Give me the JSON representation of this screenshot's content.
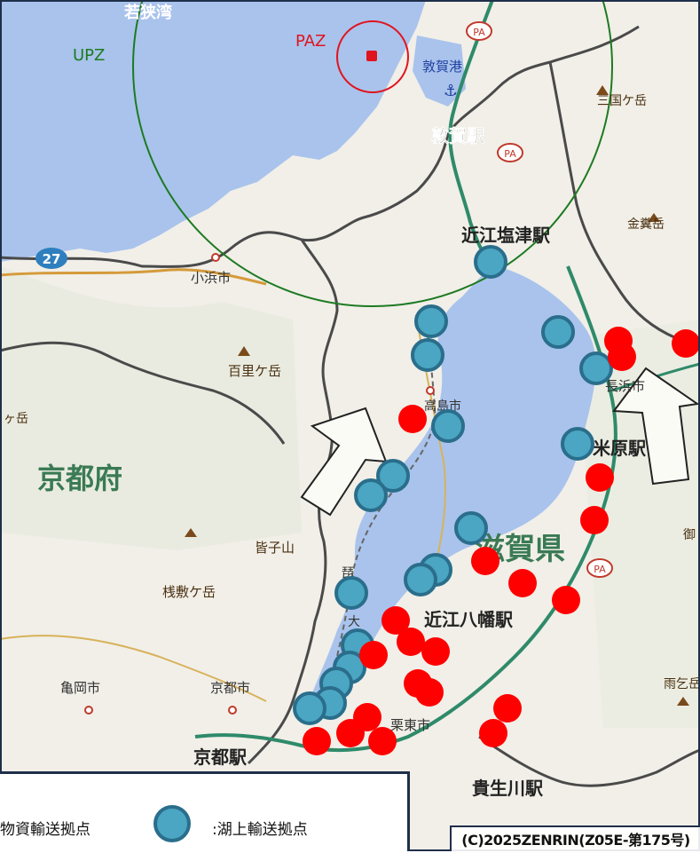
{
  "map": {
    "top_label": "若狭湾",
    "zones": {
      "upz": "UPZ",
      "paz": "PAZ"
    },
    "place_labels": {
      "tsuruga_port": "敦賀港",
      "mikuni": "三国ケ岳",
      "tsuruga_station": "敦賀駅",
      "kinkei": "金糞岳",
      "omi_shiotsu": "近江塩津駅",
      "route": "27",
      "obama": "小浜市",
      "hyakuri": "百里ケ岳",
      "nagahama": "長浜市",
      "takashima": "高島市",
      "ga_dake": "ヶ岳",
      "maibara": "米原駅",
      "kyoto_pref": "京都府",
      "ibuki": "御",
      "shiga": "滋賀県",
      "minako": "皆子山",
      "biwa": "琵",
      "oh": "大",
      "sakinoko": "桟敷ケ岳",
      "omihachiman": "近江八幡駅",
      "kameoka": "亀岡市",
      "kyoto_city": "京都市",
      "amagoi": "雨乞岳",
      "ritto": "栗東市",
      "kyoto_station": "京都駅",
      "kibukawa": "貴生川駅",
      "pa": "PA"
    },
    "colors": {
      "lake": "#a9c3ec",
      "land": "#f1efe8",
      "upz_circle": "#1d7a22",
      "paz_circle": "#e0141e",
      "red_point": "#ff0000",
      "blue_point": "#4aa6c2"
    }
  },
  "legend": {
    "red_label": "物資輸送拠点",
    "blue_label": ":湖上輸送拠点"
  },
  "copyright": "(C)2025ZENRIN(Z05E-第175号)"
}
